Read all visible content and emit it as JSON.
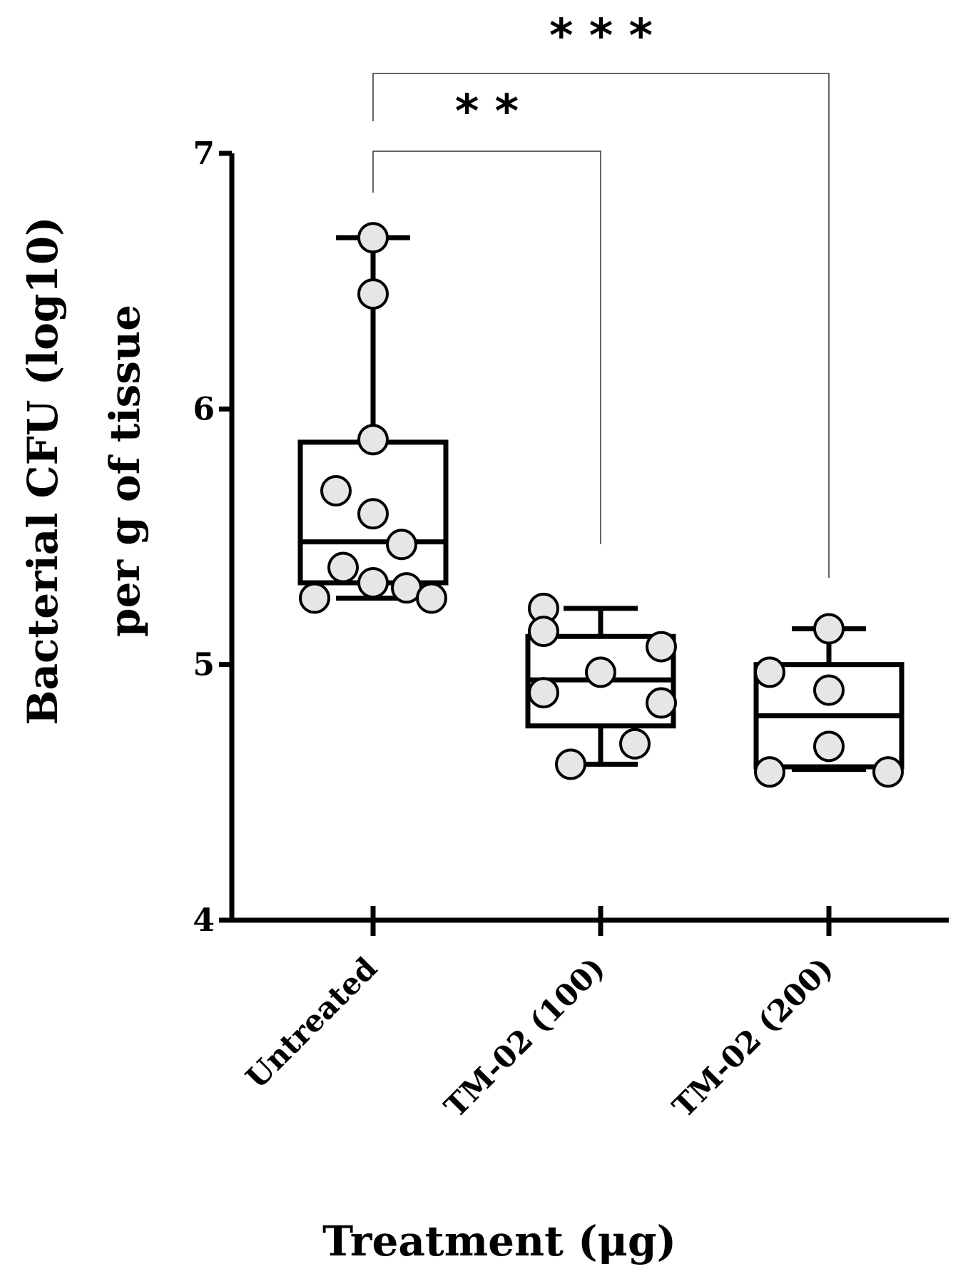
{
  "chart_data": {
    "type": "box",
    "title": "",
    "xlabel": "Treatment (μg)",
    "ylabel_line1": "Bacterial CFU (log10)",
    "ylabel_line2": "per g of tissue",
    "ylim": [
      4,
      7
    ],
    "yticks": [
      4,
      5,
      6,
      7
    ],
    "categories": [
      "Untreated",
      "TM-02 (100)",
      "TM-02 (200)"
    ],
    "boxes": [
      {
        "category": "Untreated",
        "min": 5.26,
        "q1": 5.32,
        "median": 5.48,
        "q3": 5.87,
        "max": 6.67,
        "points": [
          6.67,
          6.45,
          5.88,
          5.68,
          5.59,
          5.47,
          5.38,
          5.32,
          5.3,
          5.26,
          5.26
        ]
      },
      {
        "category": "TM-02 (100)",
        "min": 4.61,
        "q1": 4.76,
        "median": 4.94,
        "q3": 5.11,
        "max": 5.22,
        "points": [
          5.22,
          5.13,
          5.07,
          4.97,
          4.89,
          4.85,
          4.69,
          4.61
        ]
      },
      {
        "category": "TM-02 (200)",
        "min": 4.59,
        "q1": 4.6,
        "median": 4.8,
        "q3": 5.0,
        "max": 5.14,
        "points": [
          5.14,
          4.97,
          4.9,
          4.68,
          4.58,
          4.58
        ]
      }
    ],
    "significance": [
      {
        "from": 0,
        "to": 1,
        "label": "* *"
      },
      {
        "from": 0,
        "to": 2,
        "label": "* * *"
      }
    ],
    "colors": {
      "axis": "#000000",
      "box_stroke": "#000000",
      "point_fill": "#e6e6e6",
      "point_stroke": "#000000",
      "bracket": "#333333"
    }
  }
}
